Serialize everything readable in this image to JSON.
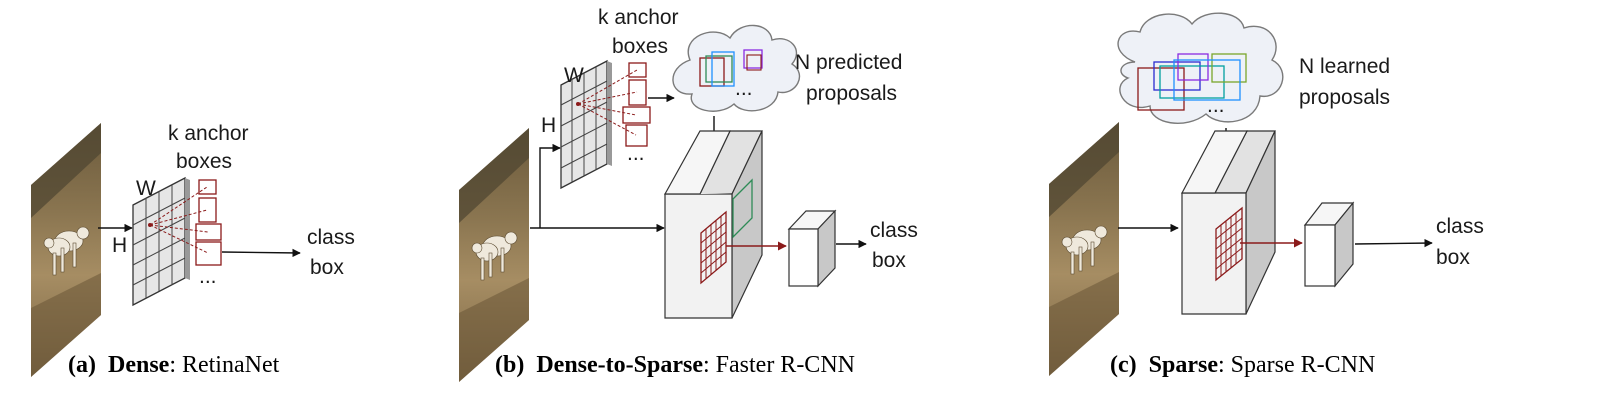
{
  "colors": {
    "grid_face": "#e6e6e6",
    "block_front": "#f2f2f2",
    "block_side": "#c8c8c8",
    "anchor_red": "#8b1a1a",
    "cloud_fill": "#eef1f7",
    "cloud_stroke": "#7a7a7a",
    "proposal_colors": [
      "#8b1a1a",
      "#2e8b57",
      "#2a2ad0",
      "#8a2be2",
      "#1e90ff",
      "#00a0a0",
      "#7aa62a"
    ]
  },
  "icons": [
    "goat-photo",
    "feature-grid",
    "anchor-box",
    "cloud",
    "roi-cube",
    "head-cube",
    "arrow"
  ],
  "panel_a": {
    "anchors_line1": "k anchor",
    "anchors_line2": "boxes",
    "width_label": "W",
    "height_label": "H",
    "ellipsis": "...",
    "output_line1": "class",
    "output_line2": "box",
    "caption_tag": "(a)",
    "caption_bold": "Dense",
    "caption_rest": ": RetinaNet"
  },
  "panel_b": {
    "anchors_line1": "k anchor",
    "anchors_line2": "boxes",
    "width_label": "W",
    "height_label": "H",
    "ellipsis": "...",
    "cloud_ellipsis": "...",
    "proposals_line1": "N predicted",
    "proposals_line2": "proposals",
    "output_line1": "class",
    "output_line2": "box",
    "caption_tag": "(b)",
    "caption_bold": "Dense-to-Sparse",
    "caption_rest": ": Faster R-CNN"
  },
  "panel_c": {
    "cloud_ellipsis": "...",
    "proposals_line1": "N learned",
    "proposals_line2": "proposals",
    "output_line1": "class",
    "output_line2": "box",
    "caption_tag": "(c)",
    "caption_bold": "Sparse",
    "caption_rest": ": Sparse R-CNN"
  }
}
